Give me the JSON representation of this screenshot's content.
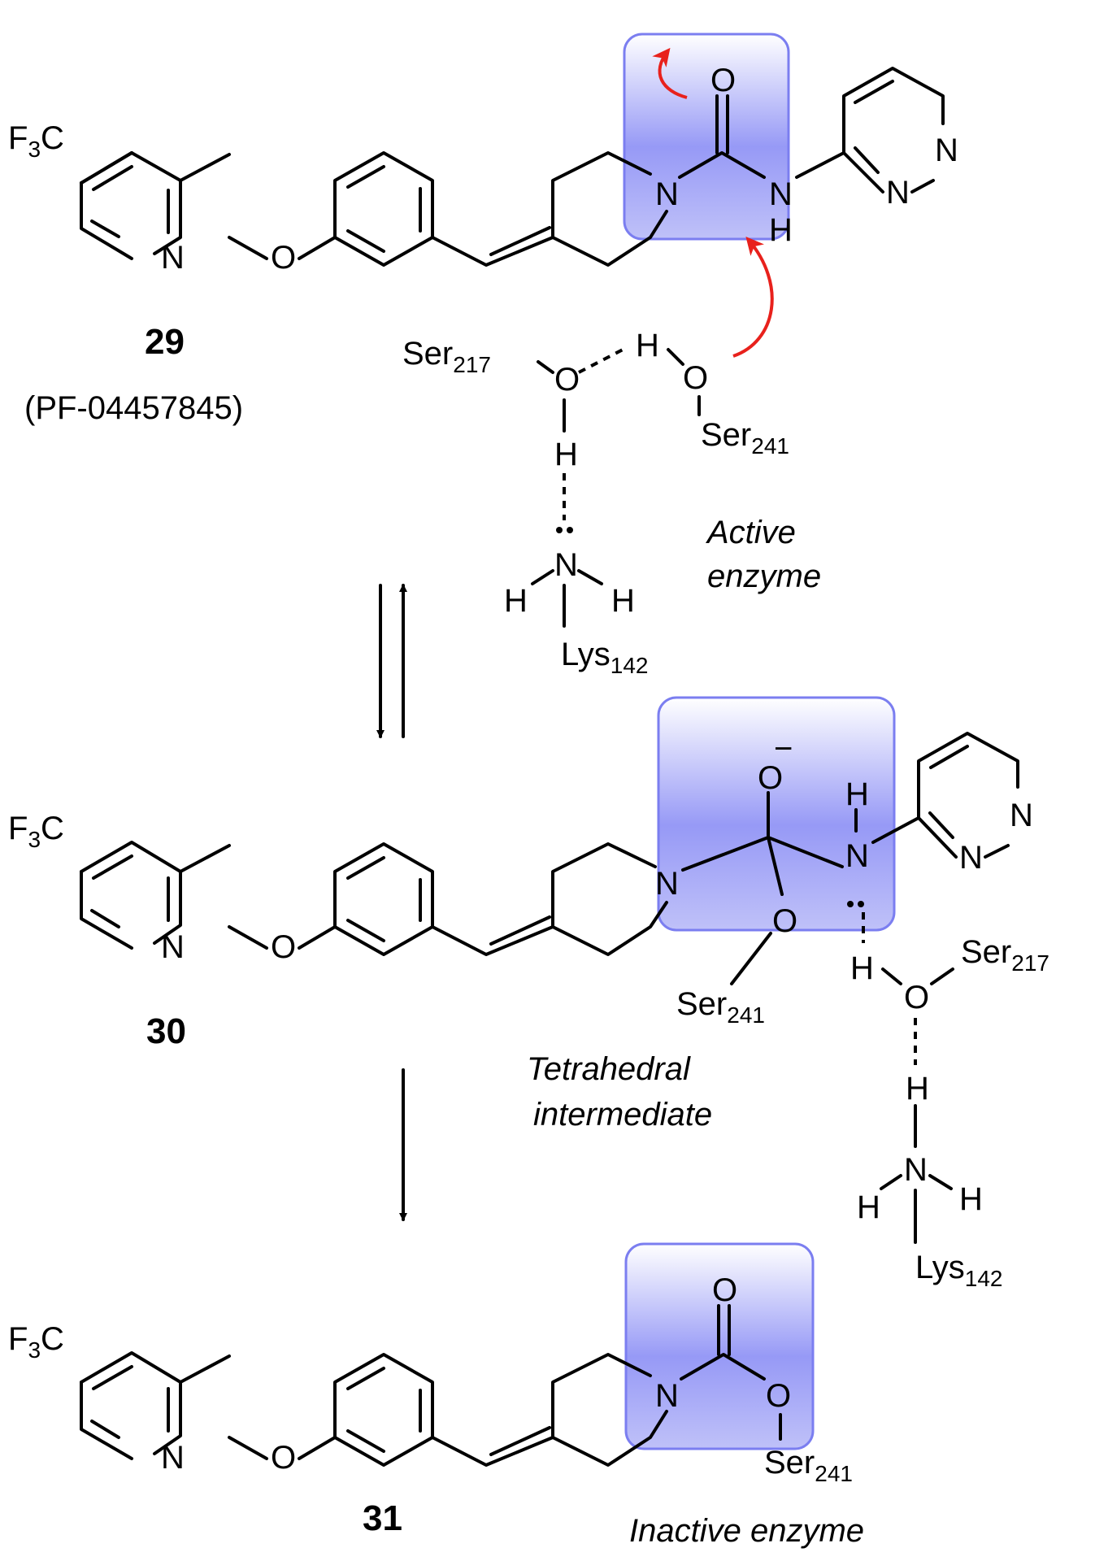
{
  "compounds": {
    "c29": {
      "number": "29",
      "code": "(PF-04457845)"
    },
    "c30": {
      "number": "30"
    },
    "c31": {
      "number": "31"
    }
  },
  "atoms": {
    "cf3": "F",
    "cf3_sub": "3",
    "cf3_c": "C",
    "N": "N",
    "O": "O",
    "H": "H",
    "NH": "N",
    "minus": "−"
  },
  "residues": {
    "ser": "Ser",
    "ser217_sub": "217",
    "ser241_sub": "241",
    "lys": "Lys",
    "lys142_sub": "142"
  },
  "captions": {
    "active_line1": "Active",
    "active_line2": "enzyme",
    "tetra_line1": "Tetrahedral",
    "tetra_line2": "intermediate",
    "inactive": "Inactive enzyme"
  },
  "colors": {
    "highlight": "#7b7ef0",
    "curved_arrow": "#e8211c",
    "ink": "#000000"
  }
}
